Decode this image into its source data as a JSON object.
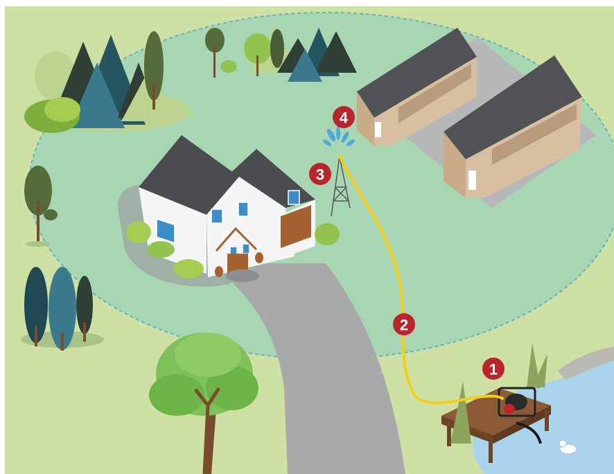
{
  "colors": {
    "grass": "#cfe0a5",
    "zone_fill": "#a9d6b2",
    "zone_border": "#5fb2c9",
    "road": "#a7a9ab",
    "pipe": "#f6cd1d",
    "marker": "#b8252d",
    "water": "#a9d4ec",
    "roof": "#55575a",
    "barn_wall": "#d8bfa1",
    "house_wall": "#f4f5f4",
    "window": "#3d8dc9",
    "dock": "#8b5a36",
    "tree_dark": "#265561",
    "tree_light": "#93c24e"
  },
  "icons": [
    "sprinkler-spray-icon",
    "pump-icon",
    "windmill-tower-icon",
    "duck-icon"
  ],
  "markers": [
    {
      "id": "m1",
      "label": "1"
    },
    {
      "id": "m2",
      "label": "2"
    },
    {
      "id": "m3",
      "label": "3"
    },
    {
      "id": "m4",
      "label": "4"
    }
  ]
}
